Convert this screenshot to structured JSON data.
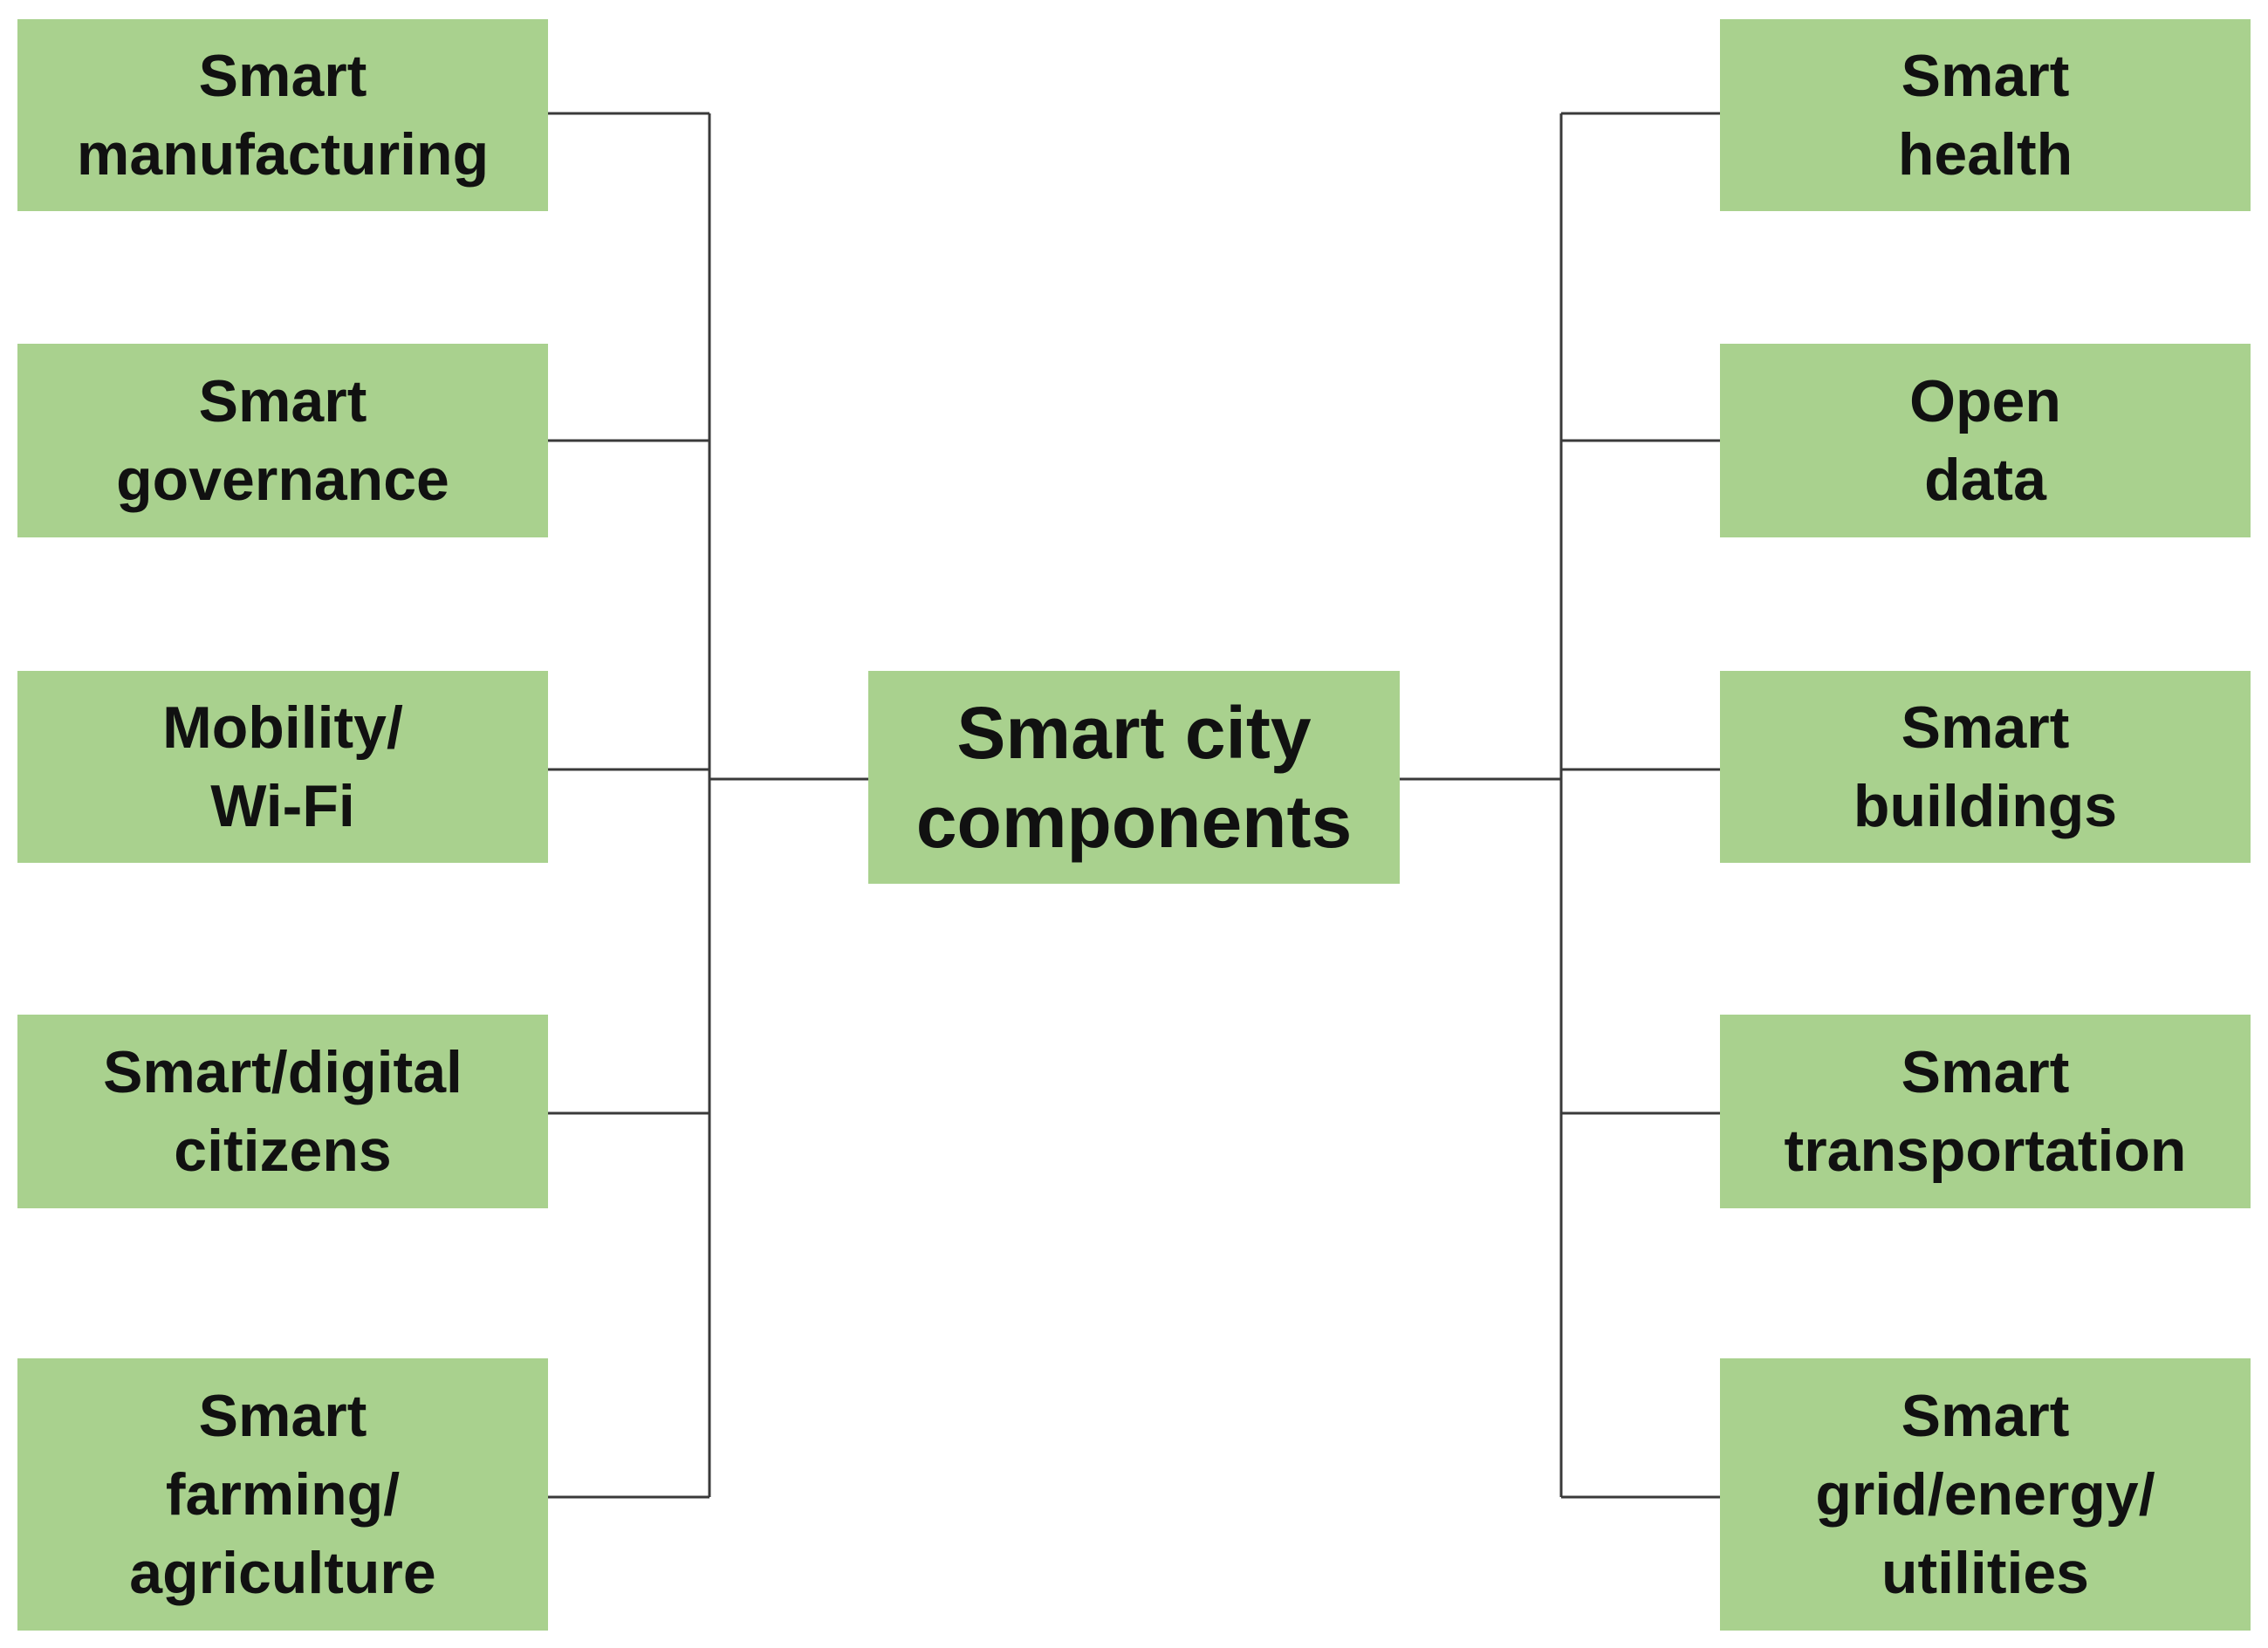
{
  "center": {
    "label": "Smart city\ncomponents"
  },
  "left_components": [
    {
      "label": "Smart\nmanufacturing"
    },
    {
      "label": "Smart\ngovernance"
    },
    {
      "label": "Mobility/\nWi-Fi"
    },
    {
      "label": "Smart/digital\ncitizens"
    },
    {
      "label": "Smart\nfarming/\nagriculture"
    }
  ],
  "right_components": [
    {
      "label": "Smart\nhealth"
    },
    {
      "label": "Open\ndata"
    },
    {
      "label": "Smart\nbuildings"
    },
    {
      "label": "Smart\ntransportation"
    },
    {
      "label": "Smart\ngrid/energy/\nutilities"
    }
  ],
  "colors": {
    "box_fill": "#a9d18e",
    "connector": "#3a3a3a",
    "text": "#111111"
  }
}
